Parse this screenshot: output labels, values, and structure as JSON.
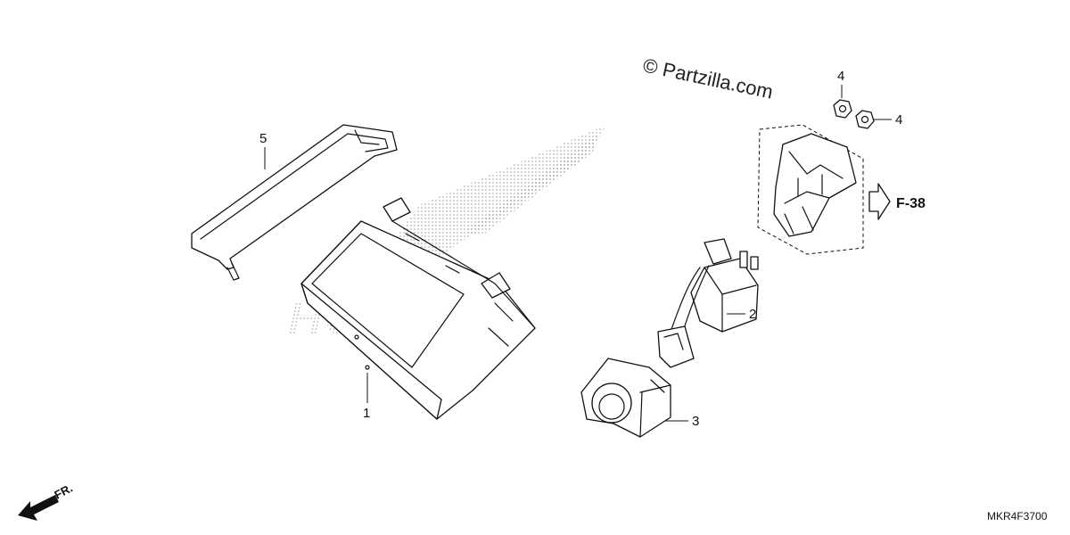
{
  "watermark": "© Partzilla.com",
  "diagram_code": "MKR4F3700",
  "ref_label": "F-38",
  "front_label": "FR.",
  "parts": [
    {
      "callout": "1"
    },
    {
      "callout": "2"
    },
    {
      "callout": "3"
    },
    {
      "callout": "4"
    },
    {
      "callout": "4"
    },
    {
      "callout": "5"
    }
  ]
}
